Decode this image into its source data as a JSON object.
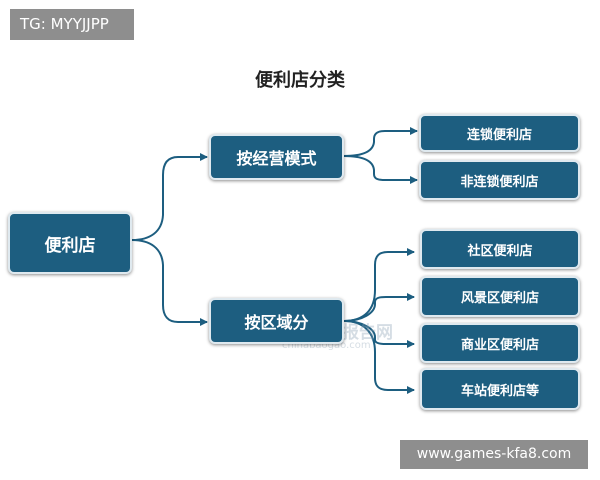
{
  "watermark_top": "TG: MYYJJPP",
  "watermark_bottom": "www.games-kfa8.com",
  "title": "便利店分类",
  "root": "便利店",
  "branches": [
    {
      "label": "按经营模式",
      "children": [
        "连锁便利店",
        "非连锁便利店"
      ]
    },
    {
      "label": "按区域分",
      "children": [
        "社区便利店",
        "风景区便利店",
        "商业区便利店",
        "车站便利店等"
      ]
    }
  ],
  "source_watermark": {
    "name": "观研报告网",
    "url": "chinabaogao.com"
  },
  "colors": {
    "node_fill": "#1d5e80",
    "connector": "#1d5e80"
  }
}
